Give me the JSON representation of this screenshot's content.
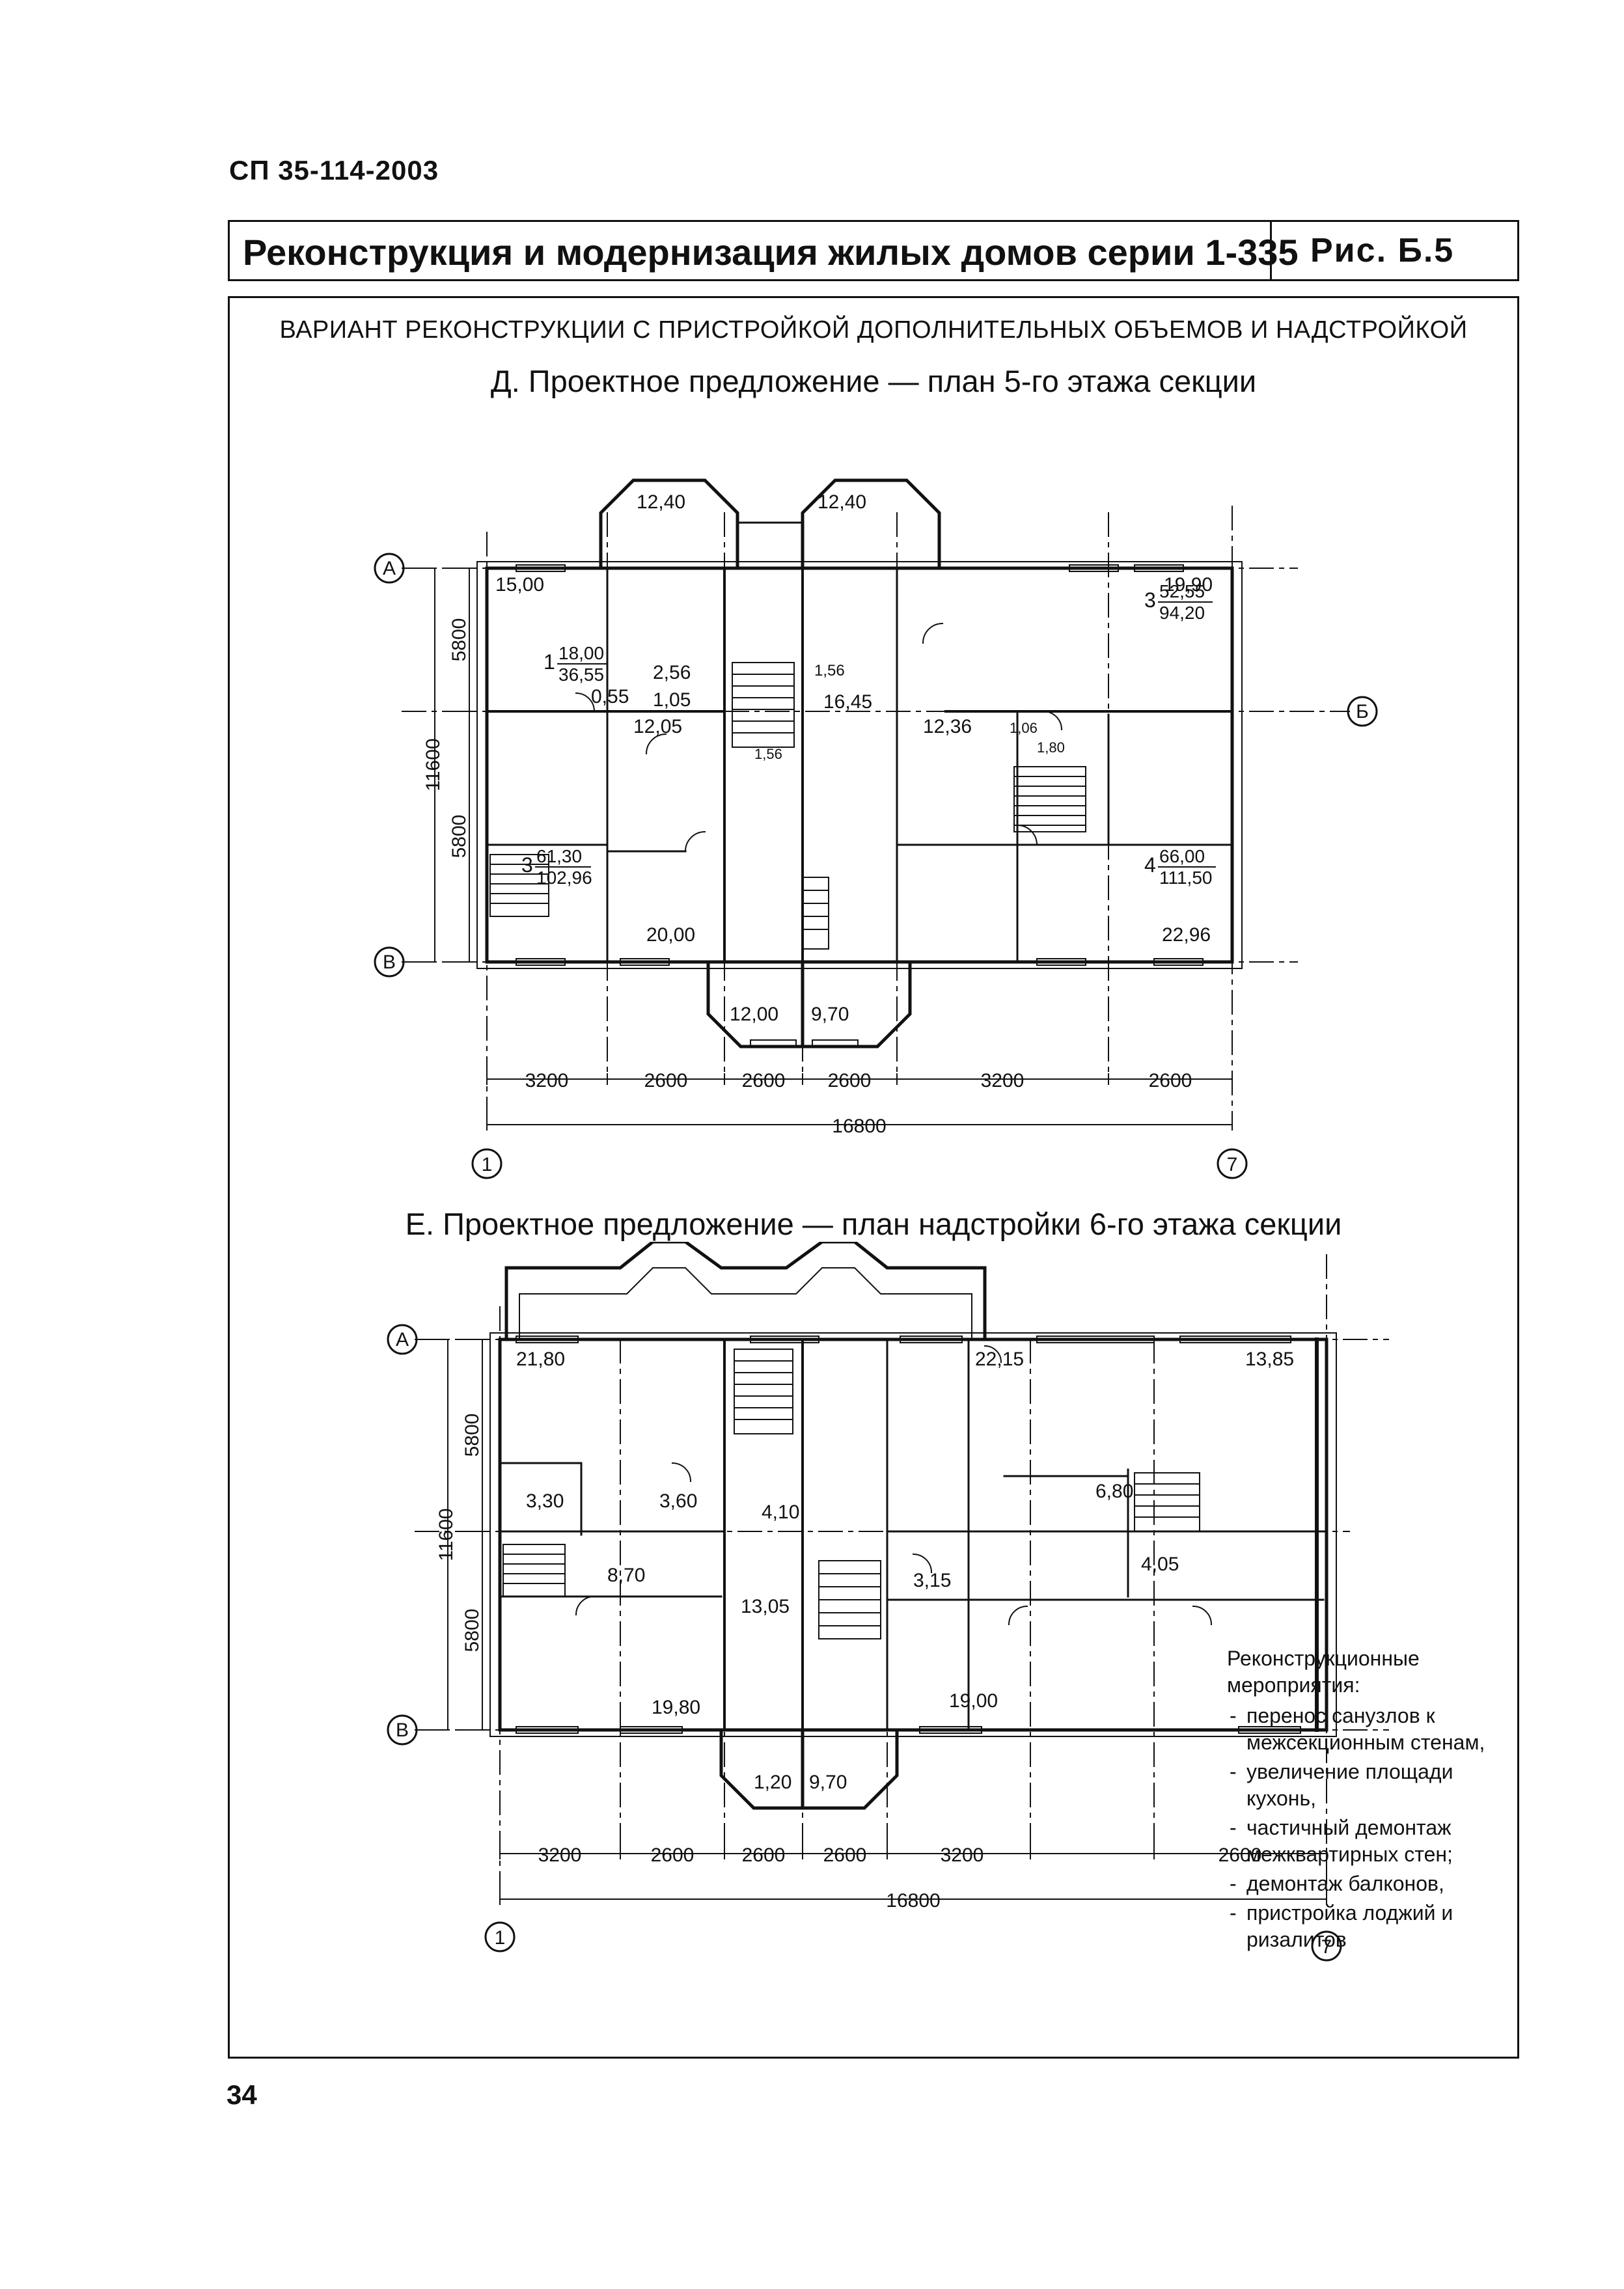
{
  "header": {
    "doc_code": "СП 35-114-2003",
    "title": "Реконструкция и модернизация жилых домов серии 1-335",
    "figure": "Рис. Б.5"
  },
  "variant_heading": "ВАРИАНТ РЕКОНСТРУКЦИИ С ПРИСТРОЙКОЙ ДОПОЛНИТЕЛЬНЫХ ОБЪЕМОВ И НАДСТРОЙКОЙ",
  "plan_d": {
    "caption": "Д. Проектное предложение — план 5-го этажа секции",
    "axes": {
      "a": "А",
      "b": "Б",
      "v": "В",
      "one": "1",
      "seven": "7"
    },
    "dims": {
      "half": "5800",
      "total_v": "11600",
      "total_h": "16800",
      "segments": [
        "3200",
        "2600",
        "2600",
        "2600",
        "3200",
        "2600"
      ]
    },
    "rooms": [
      "12,40",
      "12,40",
      "15,00",
      "19,90",
      "2,56",
      "1,56",
      "16,45",
      "0,55",
      "1,05",
      "12,05",
      "12,36",
      "1,06",
      "1,80",
      "1,56",
      "20,00",
      "22,96",
      "12,00",
      "9,70"
    ],
    "apartments": [
      {
        "num": "1",
        "living": "18,00",
        "total": "36,55"
      },
      {
        "num": "3",
        "living": "52,55",
        "total": "94,20"
      },
      {
        "num": "3",
        "living": "61,30",
        "total": "102,96"
      },
      {
        "num": "4",
        "living": "66,00",
        "total": "111,50"
      }
    ]
  },
  "plan_e": {
    "caption": "Е. Проектное предложение — план надстройки 6-го этажа секции",
    "axes": {
      "a": "А",
      "v": "В",
      "one": "1",
      "seven": "7"
    },
    "dims": {
      "half": "5800",
      "total_v": "11600",
      "total_h": "16800",
      "segments": [
        "3200",
        "2600",
        "2600",
        "2600",
        "3200",
        "2600"
      ]
    },
    "rooms": [
      "21,80",
      "22,15",
      "13,85",
      "3,30",
      "3,60",
      "4,10",
      "6,80",
      "8,70",
      "4,05",
      "3,15",
      "13,05",
      "19,80",
      "19,00",
      "1,20",
      "9,70"
    ]
  },
  "notes": {
    "heading": "Реконструкционные мероприятия:",
    "items": [
      "перенос санузлов к межсекционным стенам,",
      "увеличение площади кухонь,",
      "частичный демонтаж межквартирных стен;",
      "демонтаж балконов,",
      "пристройка лоджий и ризалитов"
    ]
  },
  "page_number": "34"
}
